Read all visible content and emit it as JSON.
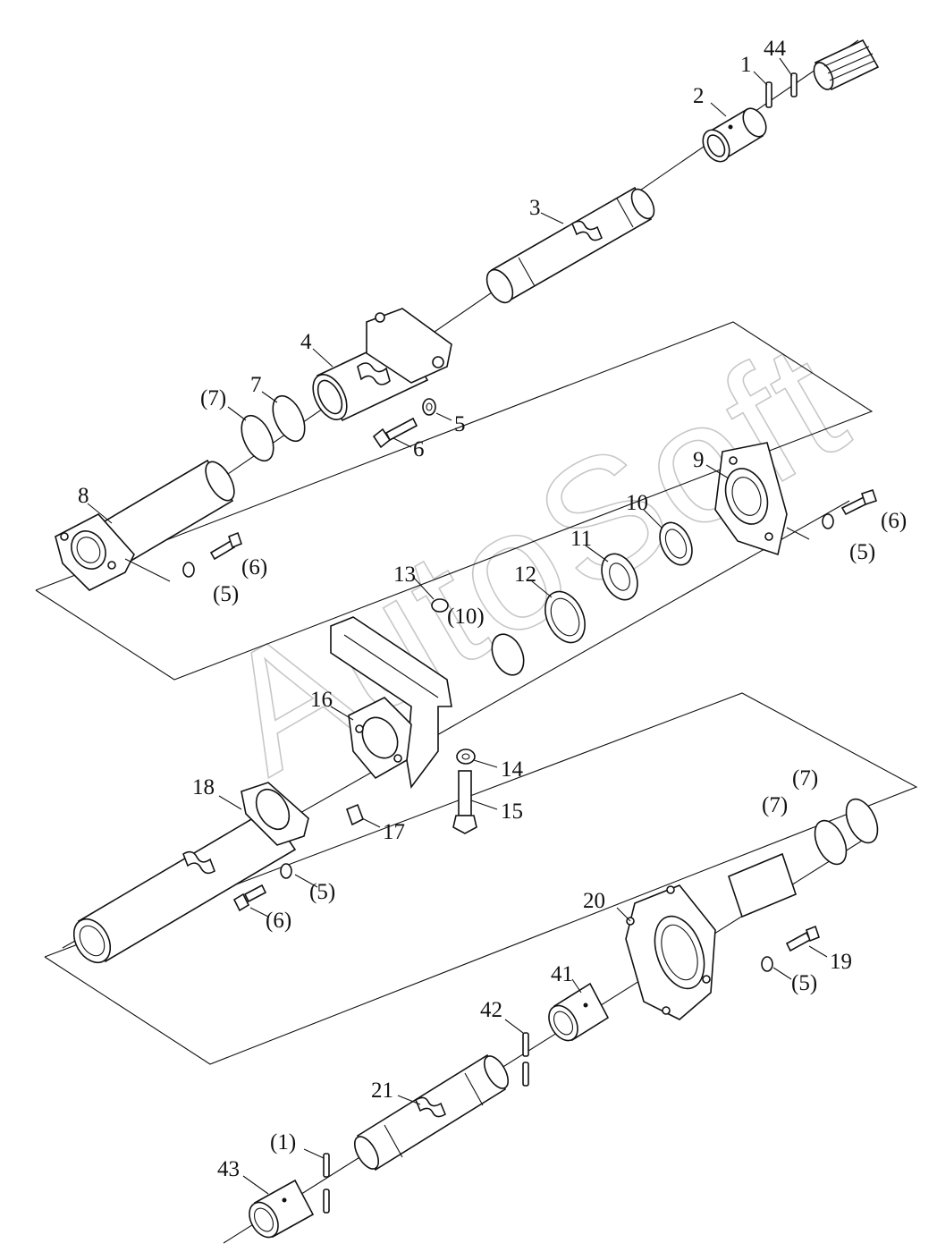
{
  "watermark": "AutoSoft",
  "callouts": {
    "c1": "1",
    "c44": "44",
    "c2": "2",
    "c3": "3",
    "c4": "4",
    "c7a": "(7)",
    "c7b": "7",
    "c5a": "5",
    "c6a": "6",
    "c8": "8",
    "c6b": "(6)",
    "c5b": "(5)",
    "c9": "9",
    "c6c": "(6)",
    "c5c": "(5)",
    "c10a": "10",
    "c11": "11",
    "c12": "12",
    "c13": "13",
    "c10b": "(10)",
    "c16": "16",
    "c14": "14",
    "c15": "15",
    "c17": "17",
    "c18": "18",
    "c5d": "(5)",
    "c6d": "(6)",
    "c7c": "(7)",
    "c7d": "(7)",
    "c20": "20",
    "c19": "19",
    "c5e": "(5)",
    "c41": "41",
    "c42": "42",
    "c21": "21",
    "c1b": "(1)",
    "c43": "43"
  }
}
